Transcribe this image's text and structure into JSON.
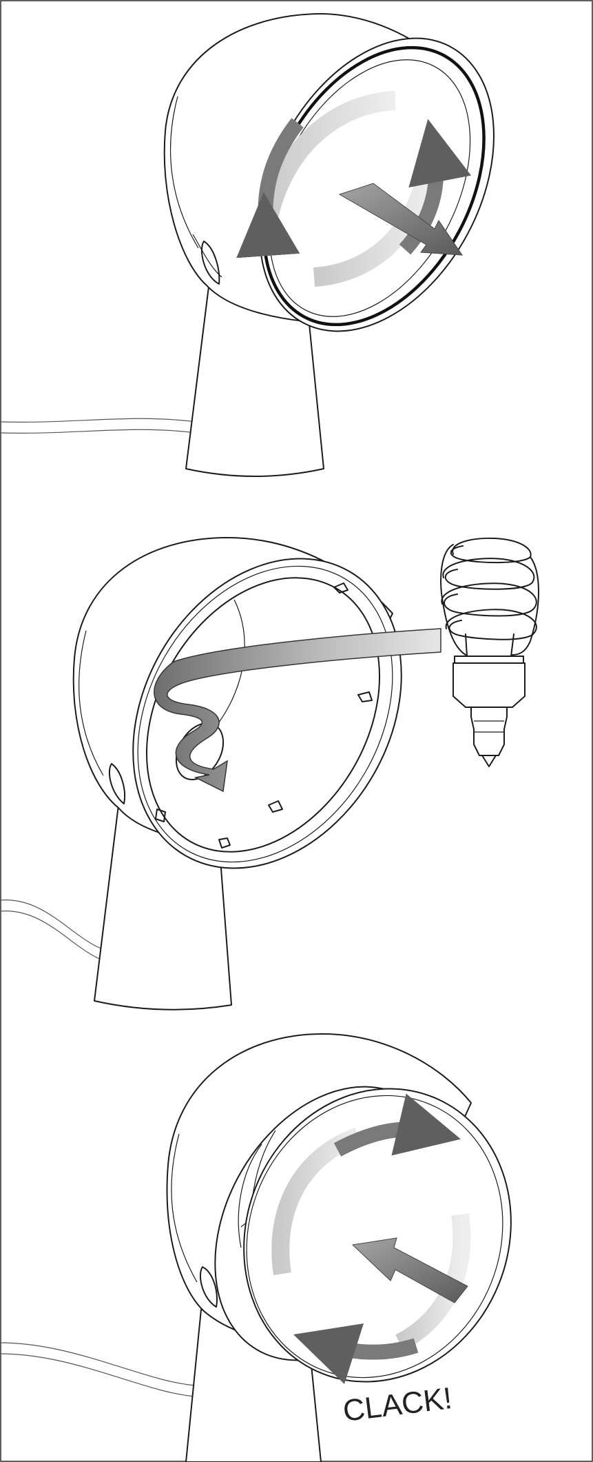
{
  "steps": [
    {
      "id": "step-1",
      "action": "twist-open"
    },
    {
      "id": "step-2",
      "action": "screw-in-bulb"
    },
    {
      "id": "step-3",
      "action": "twist-close"
    }
  ],
  "sound_label": "CLACK!",
  "colors": {
    "line": "#1a1a1a",
    "arrow_dark": "#6b6b6b",
    "arrow_light": "#d6d6d6",
    "background": "#ffffff"
  }
}
